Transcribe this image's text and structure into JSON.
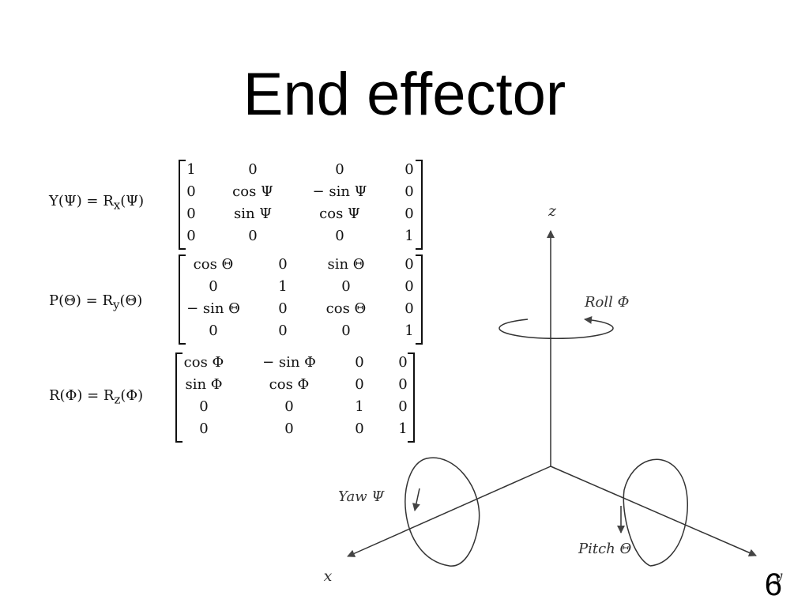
{
  "slide": {
    "title": "End effector",
    "page_number": "6"
  },
  "equations": [
    {
      "lhs": "Y(Ψ) = R",
      "sub": "x",
      "arg": "(Ψ)",
      "rows": [
        [
          "1",
          "0",
          "0",
          "0"
        ],
        [
          "0",
          "cos Ψ",
          "− sin Ψ",
          "0"
        ],
        [
          "0",
          "sin Ψ",
          "cos Ψ",
          "0"
        ],
        [
          "0",
          "0",
          "0",
          "1"
        ]
      ]
    },
    {
      "lhs": "P(Θ) = R",
      "sub": "y",
      "arg": "(Θ)",
      "rows": [
        [
          "cos Θ",
          "0",
          "sin Θ",
          "0"
        ],
        [
          "0",
          "1",
          "0",
          "0"
        ],
        [
          "− sin Θ",
          "0",
          "cos Θ",
          "0"
        ],
        [
          "0",
          "0",
          "0",
          "1"
        ]
      ]
    },
    {
      "lhs": "R(Φ) = R",
      "sub": "z",
      "arg": "(Φ)",
      "rows": [
        [
          "cos Φ",
          "− sin Φ",
          "0",
          "0"
        ],
        [
          "sin Φ",
          "cos Φ",
          "0",
          "0"
        ],
        [
          "0",
          "0",
          "1",
          "0"
        ],
        [
          "0",
          "0",
          "0",
          "1"
        ]
      ]
    }
  ],
  "diagram": {
    "axis_z": "z",
    "axis_x": "x",
    "axis_y": "y",
    "roll_label": "Roll Φ",
    "yaw_label": "Yaw Ψ",
    "pitch_label": "Pitch Θ"
  }
}
